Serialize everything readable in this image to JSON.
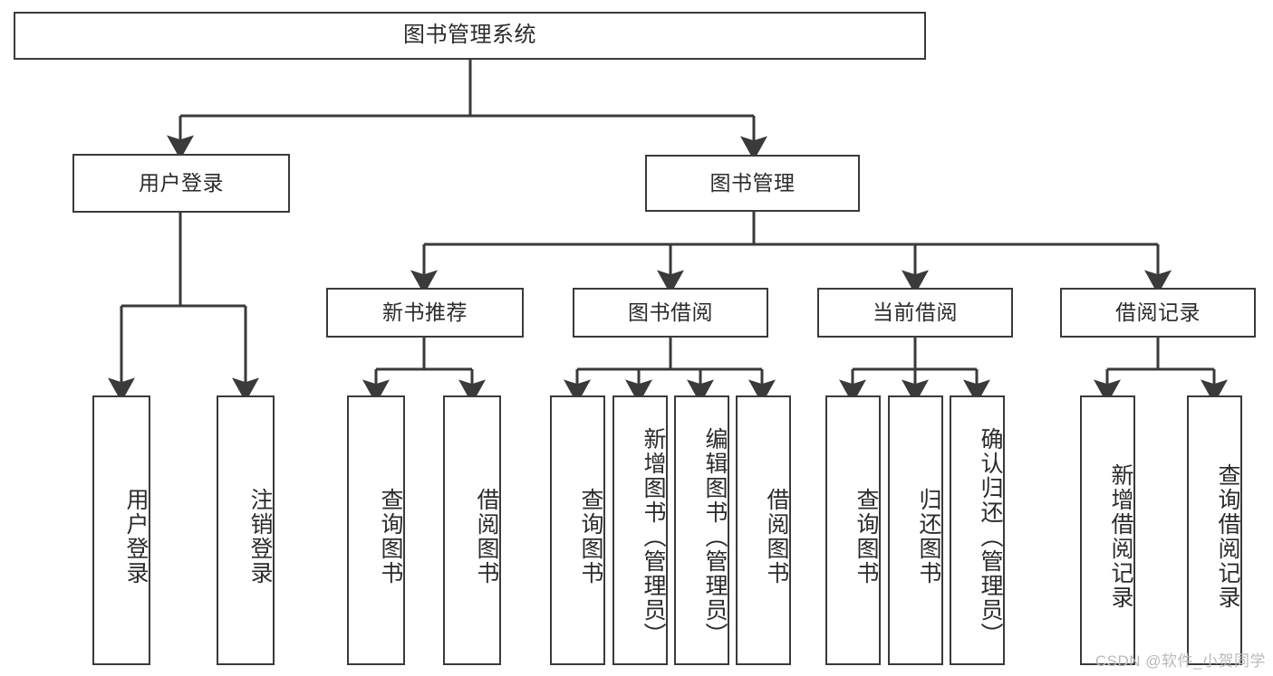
{
  "diagram": {
    "title": "图书管理系统",
    "type": "tree-hierarchy-chart",
    "root": {
      "label": "图书管理系统"
    },
    "level2": [
      {
        "label": "用户登录"
      },
      {
        "label": "图书管理"
      }
    ],
    "level3": [
      {
        "label": "新书推荐"
      },
      {
        "label": "图书借阅"
      },
      {
        "label": "当前借阅"
      },
      {
        "label": "借阅记录"
      }
    ],
    "leaves": {
      "user_login": [
        {
          "label": "用户登录"
        },
        {
          "label": "注销登录"
        }
      ],
      "new_book_recommend": [
        {
          "label": "查询图书"
        },
        {
          "label": "借阅图书"
        }
      ],
      "book_borrow": [
        {
          "label": "查询图书"
        },
        {
          "label": "新增图书（管理员）"
        },
        {
          "label": "编辑图书（管理员）"
        },
        {
          "label": "借阅图书"
        }
      ],
      "current_borrow": [
        {
          "label": "查询图书"
        },
        {
          "label": "归还图书"
        },
        {
          "label": "确认归还（管理员）"
        }
      ],
      "borrow_record": [
        {
          "label": "新增借阅记录"
        },
        {
          "label": "查询借阅记录"
        }
      ]
    }
  },
  "watermark": {
    "text": "CSDN @软件_小贺同学"
  },
  "colors": {
    "stroke": "#3a3a3a",
    "fill": "#ffffff",
    "text": "#2b2b2b",
    "watermark": "#b9b9b9"
  }
}
